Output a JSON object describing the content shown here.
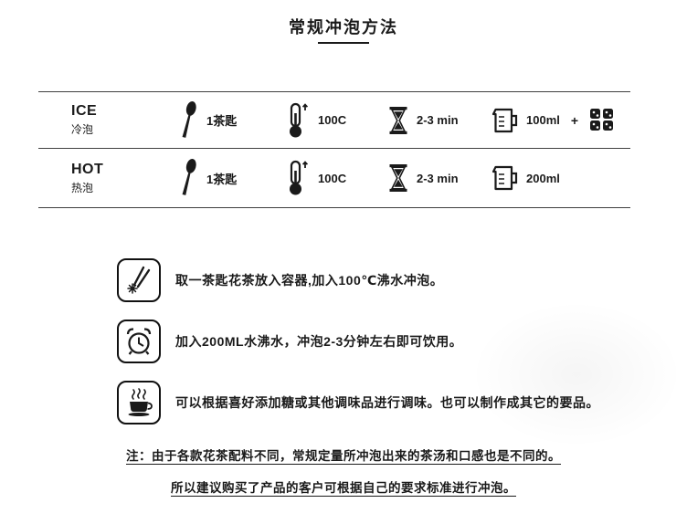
{
  "title": "常规冲泡方法",
  "table": {
    "rows": [
      {
        "label_en": "ICE",
        "label_zh": "冷泡",
        "spoon_amount": "1茶匙",
        "temperature": "100C",
        "time": "2-3 min",
        "volume": "100ml",
        "plus": "+"
      },
      {
        "label_en": "HOT",
        "label_zh": "热泡",
        "spoon_amount": "1茶匙",
        "temperature": "100C",
        "time": "2-3 min",
        "volume": "200ml"
      }
    ],
    "icons": [
      "spoon-icon",
      "thermometer-icon",
      "hourglass-icon",
      "measuring-cup-icon",
      "ice-cubes-icon"
    ]
  },
  "steps": [
    {
      "icon": "stir-sticks-icon",
      "text": "取一茶匙花茶放入容器,加入100℃沸水冲泡。"
    },
    {
      "icon": "alarm-clock-icon",
      "text": "加入200ML水沸水，冲泡2-3分钟左右即可饮用。"
    },
    {
      "icon": "steaming-cup-icon",
      "text": "可以根据喜好添加糖或其他调味品进行调味。也可以制作成其它的要品。"
    }
  ],
  "notes": [
    "注：由于各款花茶配料不同，常规定量所冲泡出来的茶汤和口感也是不同的。",
    "所以建议购买了产品的客户可根据自己的要求标准进行冲泡。"
  ],
  "colors": {
    "ink": "#1a1a1a",
    "line": "#3f3f3f",
    "background": "#ffffff"
  }
}
